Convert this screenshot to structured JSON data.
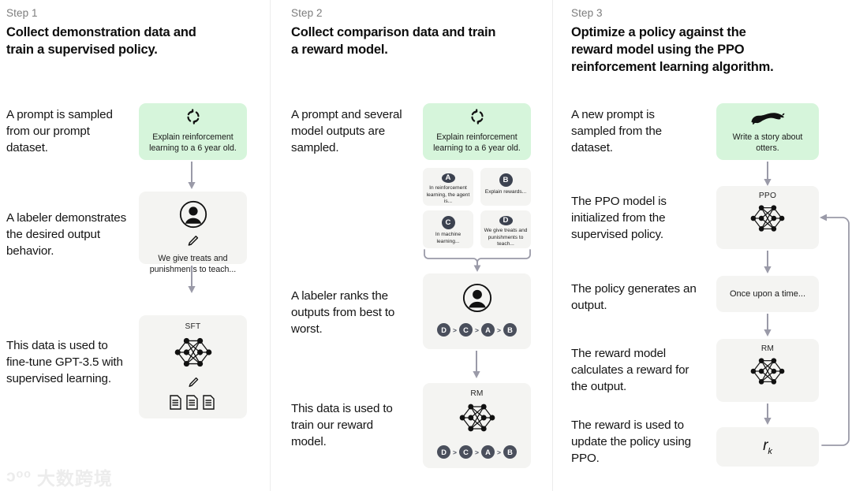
{
  "meta": {
    "accent_green": "#d6f5db",
    "box_grey": "#f4f4f2",
    "pill_dark": "#3c4250",
    "arrow_grey": "#9a9aa8",
    "divider": "#ececec"
  },
  "watermark": {
    "mark": "ↄᵒᵒ",
    "text": "大数跨境"
  },
  "columns": [
    {
      "step_label": "Step 1",
      "title": "Collect demonstration data and train a supervised policy.",
      "descriptions": [
        "A prompt is sampled from our prompt dataset.",
        "A labeler demonstrates the desired output behavior.",
        "This data is used to fine-tune GPT-3.5 with supervised learning."
      ],
      "boxes": [
        {
          "kind": "prompt",
          "icon": "loop-icon",
          "caption": "Explain reinforcement learning to a 6 year old."
        },
        {
          "kind": "labeler",
          "icon": "person-icon",
          "sub_icon": "pencil-icon",
          "caption": "We give treats and punishments to teach..."
        },
        {
          "kind": "model",
          "tag": "SFT",
          "icon": "neural-net-icon",
          "sub_icon": "pencil-icon",
          "extra_icon": "documents-icon"
        }
      ]
    },
    {
      "step_label": "Step 2",
      "title": "Collect comparison data and train a reward model.",
      "descriptions": [
        "A prompt and several model outputs are sampled.",
        "A labeler ranks the outputs from best to worst.",
        "This data is used to train our reward model."
      ],
      "boxes": [
        {
          "kind": "prompt",
          "icon": "loop-icon",
          "caption": "Explain reinforcement learning to a 6 year old."
        },
        {
          "kind": "labeler",
          "icon": "person-icon",
          "ranking": [
            "D",
            "C",
            "A",
            "B"
          ]
        },
        {
          "kind": "model",
          "tag": "RM",
          "icon": "neural-net-icon",
          "ranking": [
            "D",
            "C",
            "A",
            "B"
          ]
        }
      ],
      "outputs": [
        {
          "letter": "A",
          "text": "In reinforcement learning, the agent is..."
        },
        {
          "letter": "B",
          "text": "Explain rewards..."
        },
        {
          "letter": "C",
          "text": "In machine learning..."
        },
        {
          "letter": "D",
          "text": "We give treats and punishments to teach..."
        }
      ]
    },
    {
      "step_label": "Step 3",
      "title": "Optimize a policy against the reward model using the PPO reinforcement learning algorithm.",
      "descriptions": [
        "A new prompt is sampled from the dataset.",
        "The PPO model is initialized from the supervised policy.",
        "The policy generates an output.",
        "The reward model calculates a reward for the output.",
        "The reward is used to update the policy using PPO."
      ],
      "boxes": [
        {
          "kind": "prompt",
          "icon": "otter-icon",
          "caption": "Write a story about otters."
        },
        {
          "kind": "model",
          "tag": "PPO",
          "icon": "neural-net-icon"
        },
        {
          "kind": "text",
          "caption": "Once upon a time..."
        },
        {
          "kind": "model",
          "tag": "RM",
          "icon": "neural-net-icon"
        },
        {
          "kind": "reward",
          "symbol": "r",
          "subscript": "k"
        }
      ]
    }
  ],
  "rank_separator": ">"
}
